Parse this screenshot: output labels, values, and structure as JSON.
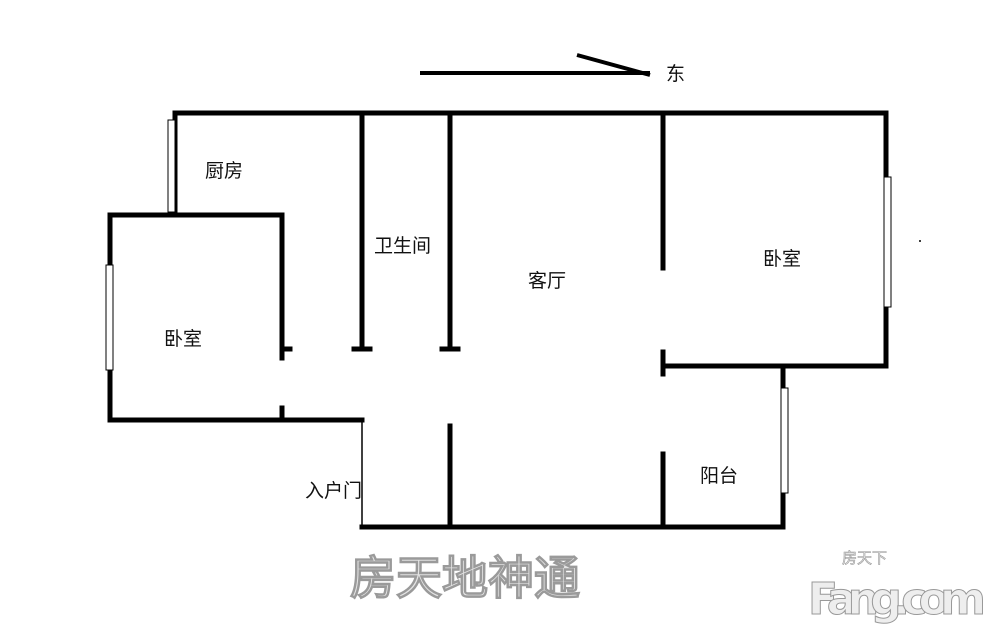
{
  "compass": {
    "direction_label": "东"
  },
  "rooms": {
    "kitchen": "厨房",
    "bathroom": "卫生间",
    "living_room": "客厅",
    "bedroom_east": "卧室",
    "bedroom_west": "卧室",
    "balcony": "阳台",
    "entrance_door": "入户门"
  },
  "watermark": {
    "text": "房天地神通",
    "logo_top": "房天下",
    "logo_main": "Fang.com"
  },
  "colors": {
    "wall": "#000000",
    "background": "#ffffff"
  }
}
